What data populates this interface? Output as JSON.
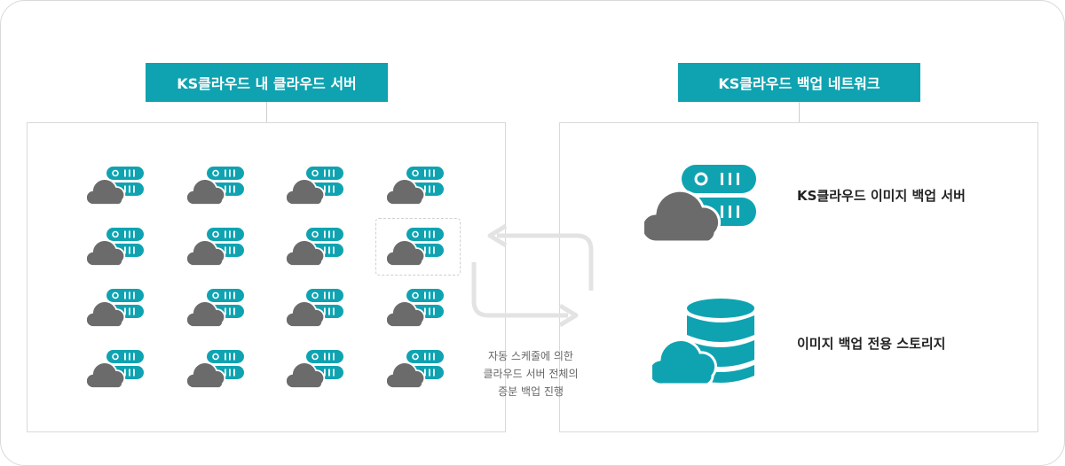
{
  "left_header": "KS클라우드 내 클라우드 서버",
  "right_header": "KS클라우드 백업 네트워크",
  "caption_lines": [
    "자동 스케줄에 의한",
    "클라우드 서버 전체의",
    "증분 백업 진행"
  ],
  "backup_items": [
    {
      "label": "KS클라우드 이미지 백업 서버",
      "icon": "cloud-server-icon"
    },
    {
      "label": "이미지 백업 전용 스토리지",
      "icon": "cloud-storage-icon"
    }
  ],
  "grid": {
    "rows": 4,
    "cols": 4,
    "selected": {
      "row": 1,
      "col": 3
    }
  },
  "colors": {
    "accent": "#0fa3b1",
    "cloud": "#6b6b6b",
    "arrow": "#e3e3e3",
    "border": "#d9d9d9"
  }
}
